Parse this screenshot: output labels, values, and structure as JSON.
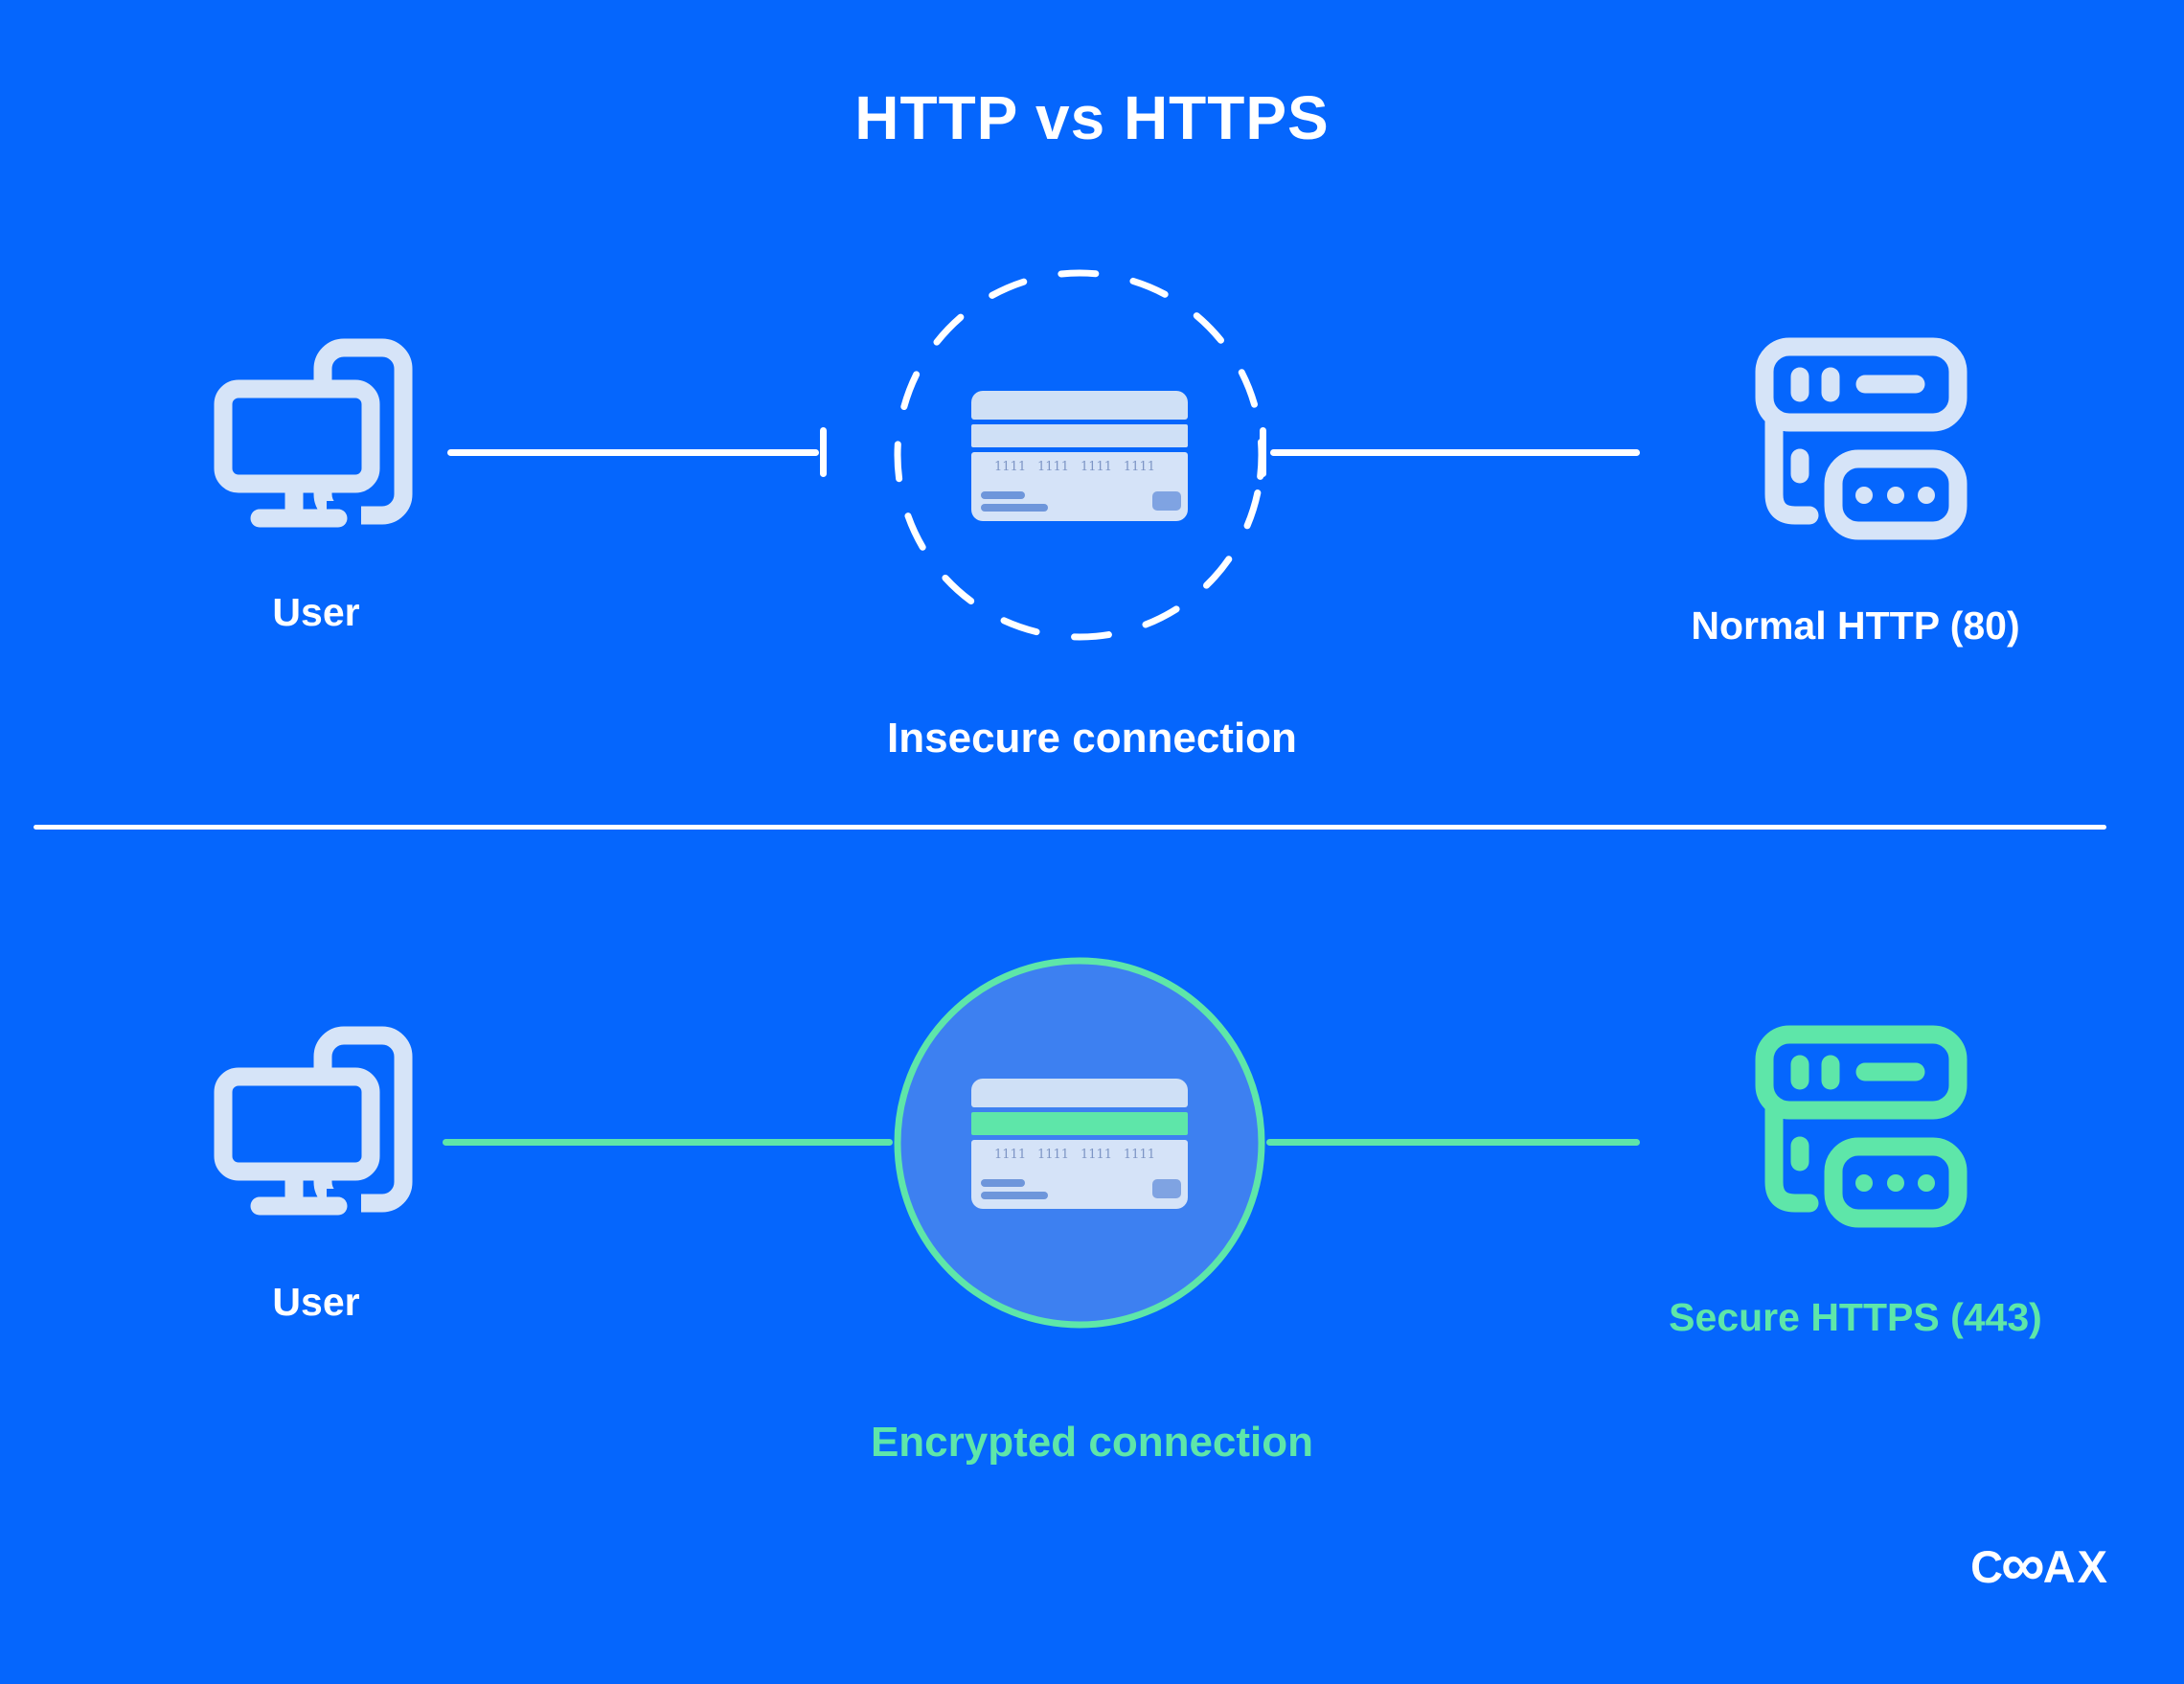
{
  "header": {
    "title": "HTTP vs HTTPS"
  },
  "colors": {
    "background": "#0566fd",
    "white": "#ffffff",
    "icon_light": "#d6e4f8",
    "accent_mint": "#5ee6a9",
    "secure_circle_fill": "#3d80f1",
    "card_light": "#d5e3f8",
    "card_detail_blue": "#6e96db"
  },
  "insecure": {
    "user_label": "User",
    "server_label": "Normal HTTP (80)",
    "caption": "Insecure connection",
    "card": {
      "groups": [
        "1111",
        "1111",
        "1111",
        "1111"
      ]
    }
  },
  "secure": {
    "user_label": "User",
    "server_label": "Secure HTTPS (443)",
    "caption": "Encrypted connection",
    "card": {
      "groups": [
        "1111",
        "1111",
        "1111",
        "1111"
      ]
    }
  },
  "footer": {
    "logo_c": "C",
    "logo_infinity": "∞",
    "logo_ax": "AX"
  }
}
